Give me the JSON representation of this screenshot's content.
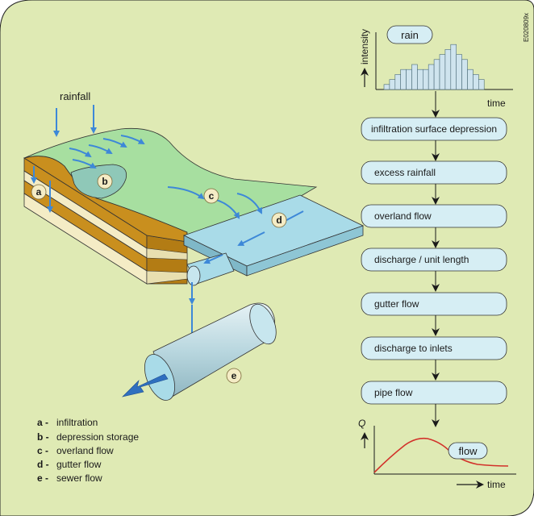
{
  "doc_id": "E020809x",
  "colors": {
    "background": "#dfeab4",
    "box_fill": "#d6eef4",
    "arrow_blue": "#3d88d8",
    "hyd_bar": "#cfe4ee",
    "hydrograph": "#d2312a",
    "soil_tan": "#c98f1e",
    "soil_cream": "#f4ecc5",
    "surface_green": "#a7dfa0",
    "gutter_blue": "#a9dbe8"
  },
  "scene": {
    "rainfall_label": "rainfall",
    "badges": {
      "a": "a",
      "b": "b",
      "c": "c",
      "d": "d",
      "e": "e"
    }
  },
  "legend": [
    {
      "key": "a -",
      "text": "infiltration"
    },
    {
      "key": "b -",
      "text": "depression storage"
    },
    {
      "key": "c -",
      "text": "overland flow"
    },
    {
      "key": "d -",
      "text": "gutter flow"
    },
    {
      "key": "e -",
      "text": "sewer flow"
    }
  ],
  "rain_chart": {
    "label": "rain",
    "y_axis_label": "intensity",
    "x_axis_label": "time",
    "bars": [
      1,
      2,
      3,
      4,
      4,
      5,
      4,
      4,
      5,
      6,
      7,
      8,
      9,
      7,
      6,
      4,
      3,
      2
    ]
  },
  "flow_steps": [
    "infiltration surface depression",
    "excess rainfall",
    "overland flow",
    "discharge / unit length",
    "gutter flow",
    "discharge to inlets",
    "pipe flow"
  ],
  "flow_chart": {
    "label": "flow",
    "y_axis_label": "Q",
    "x_axis_label": "time"
  }
}
